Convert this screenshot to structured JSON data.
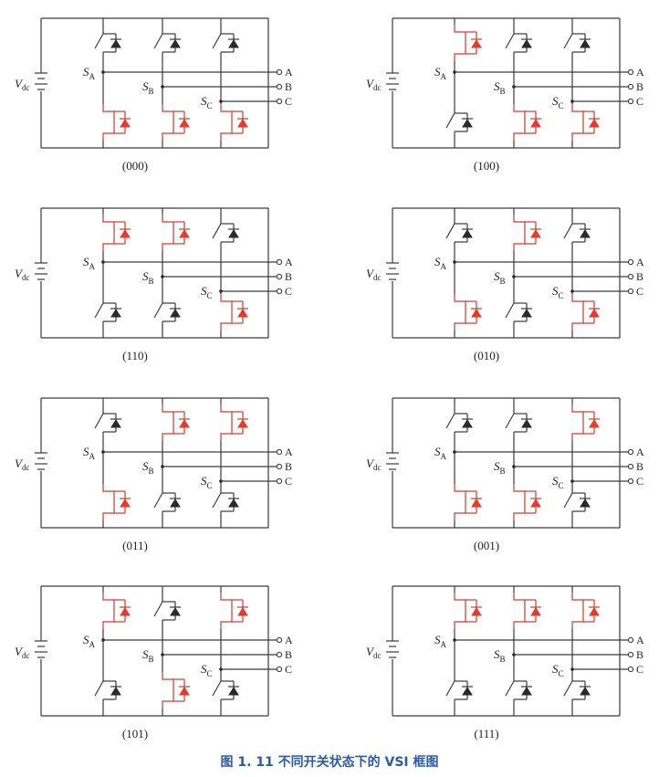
{
  "figure": {
    "caption": "图 1. 11   不同开关状态下的 VSI 框图",
    "source_label": "V",
    "source_sub": "dc",
    "node_labels": [
      {
        "main": "S",
        "sub": "A"
      },
      {
        "main": "S",
        "sub": "B"
      },
      {
        "main": "S",
        "sub": "C"
      }
    ],
    "terminals": [
      "A",
      "B",
      "C"
    ],
    "colors": {
      "wire": "#3a3a3a",
      "conducting": "#e53a2c",
      "off": "#2a2a2a",
      "caption": "#2a5aa8"
    },
    "panels": [
      {
        "state": "(000)",
        "upper_on": [
          false,
          false,
          false
        ]
      },
      {
        "state": "(100)",
        "upper_on": [
          true,
          false,
          false
        ]
      },
      {
        "state": "(110)",
        "upper_on": [
          true,
          true,
          false
        ]
      },
      {
        "state": "(010)",
        "upper_on": [
          false,
          true,
          false
        ]
      },
      {
        "state": "(011)",
        "upper_on": [
          false,
          true,
          true
        ]
      },
      {
        "state": "(001)",
        "upper_on": [
          false,
          false,
          true
        ]
      },
      {
        "state": "(101)",
        "upper_on": [
          true,
          false,
          true
        ]
      },
      {
        "state": "(111)",
        "upper_on": [
          true,
          true,
          true
        ]
      }
    ]
  }
}
